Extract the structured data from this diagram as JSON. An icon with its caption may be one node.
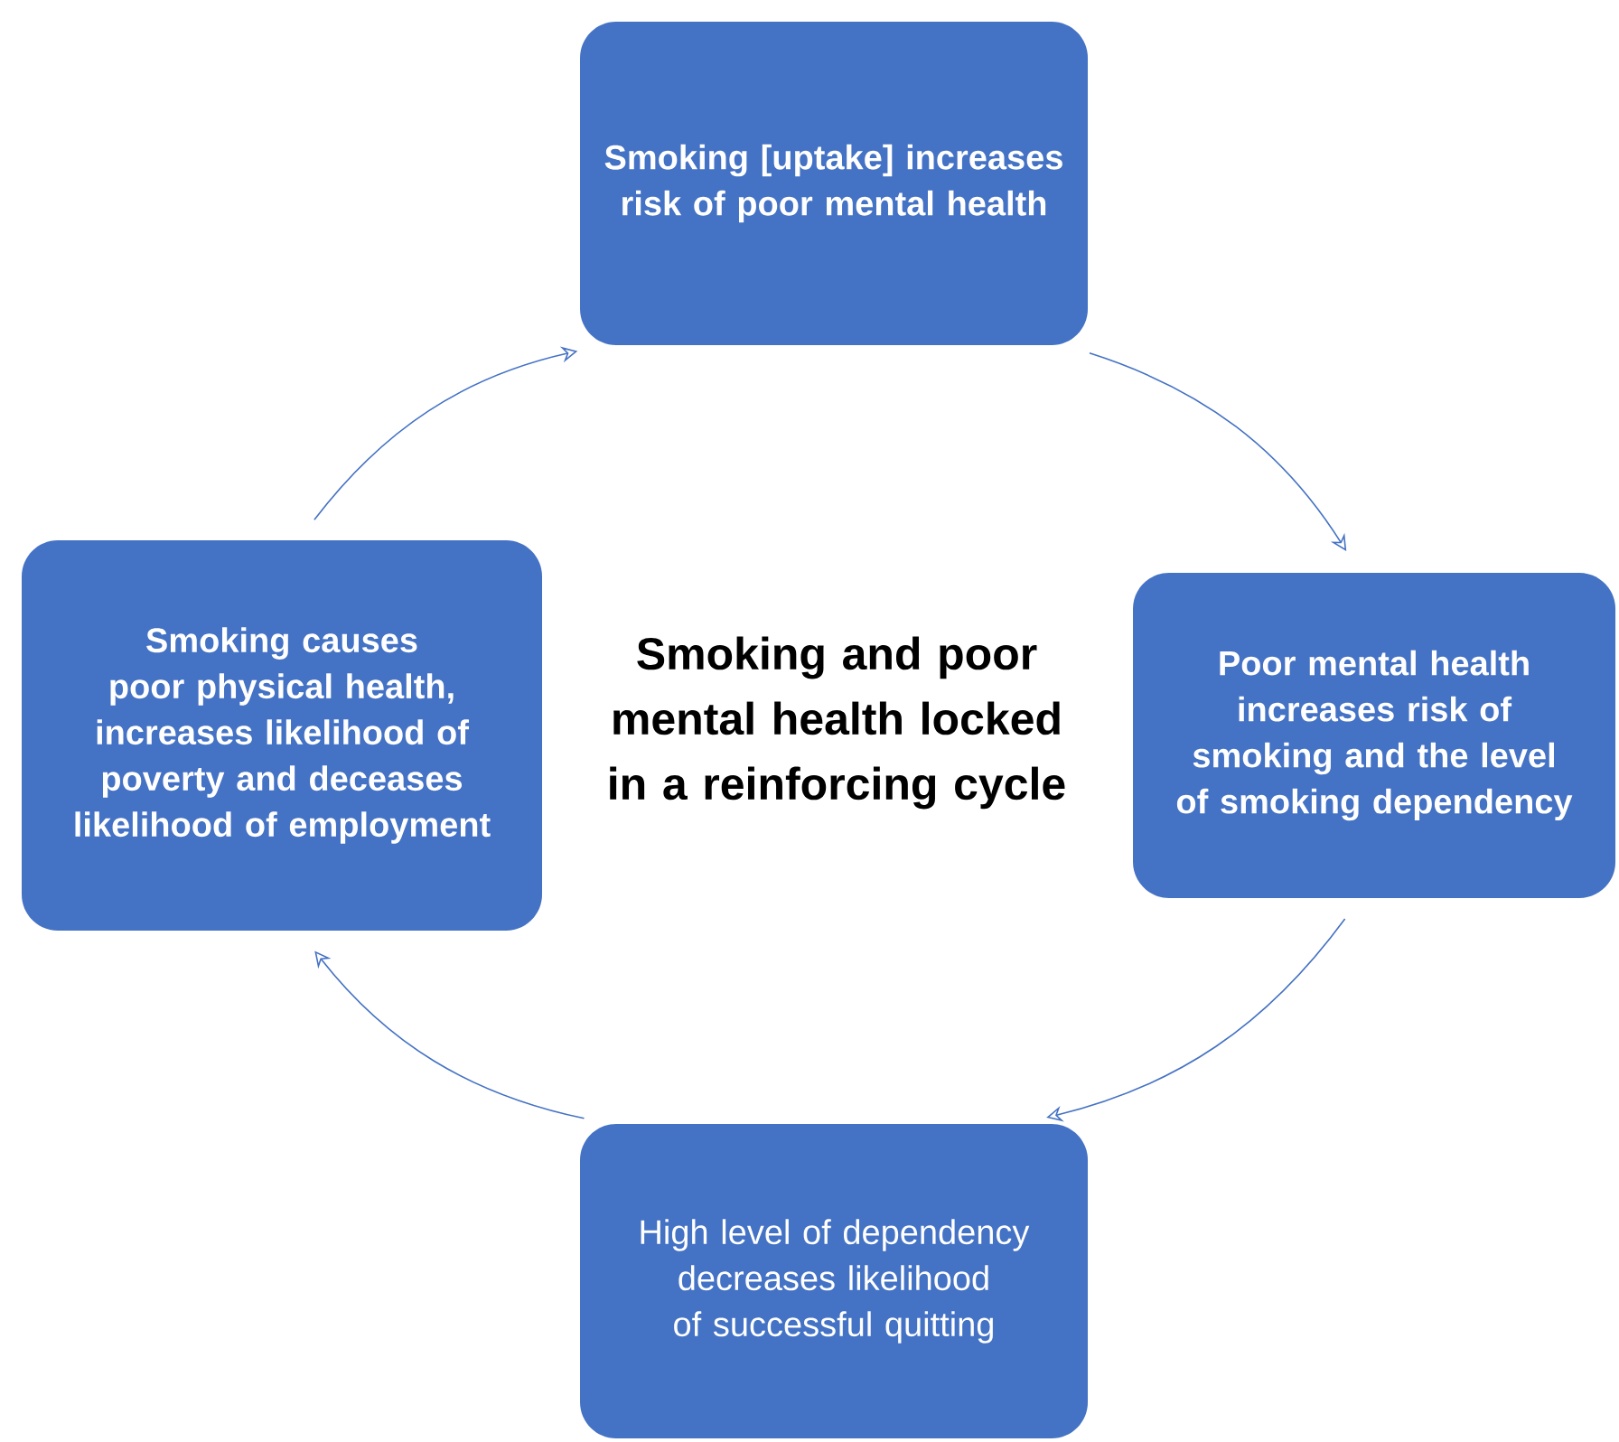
{
  "diagram": {
    "title": "Smoking and poor mental health locked in a reinforcing cycle",
    "nodes": [
      {
        "text": [
          "Smoking [uptake] increases risk of poor mental health"
        ]
      },
      {
        "text": [
          "Poor mental health increases risk of smoking and the level of smoking dependency"
        ]
      },
      {
        "text": [
          "High level of dependency decreases likelihood of successful quitting"
        ]
      },
      {
        "text": [
          "Smoking causes poor physical health, increases likelihood of poverty and deceases likelihood of employment"
        ]
      }
    ],
    "edges": [
      {
        "from": 0,
        "to": 1,
        "arrow": "to"
      },
      {
        "from": 1,
        "to": 2,
        "arrow": "to"
      },
      {
        "from": 2,
        "to": 3,
        "arrow": "to"
      },
      {
        "from": 3,
        "to": 0,
        "arrow": "to"
      }
    ]
  }
}
